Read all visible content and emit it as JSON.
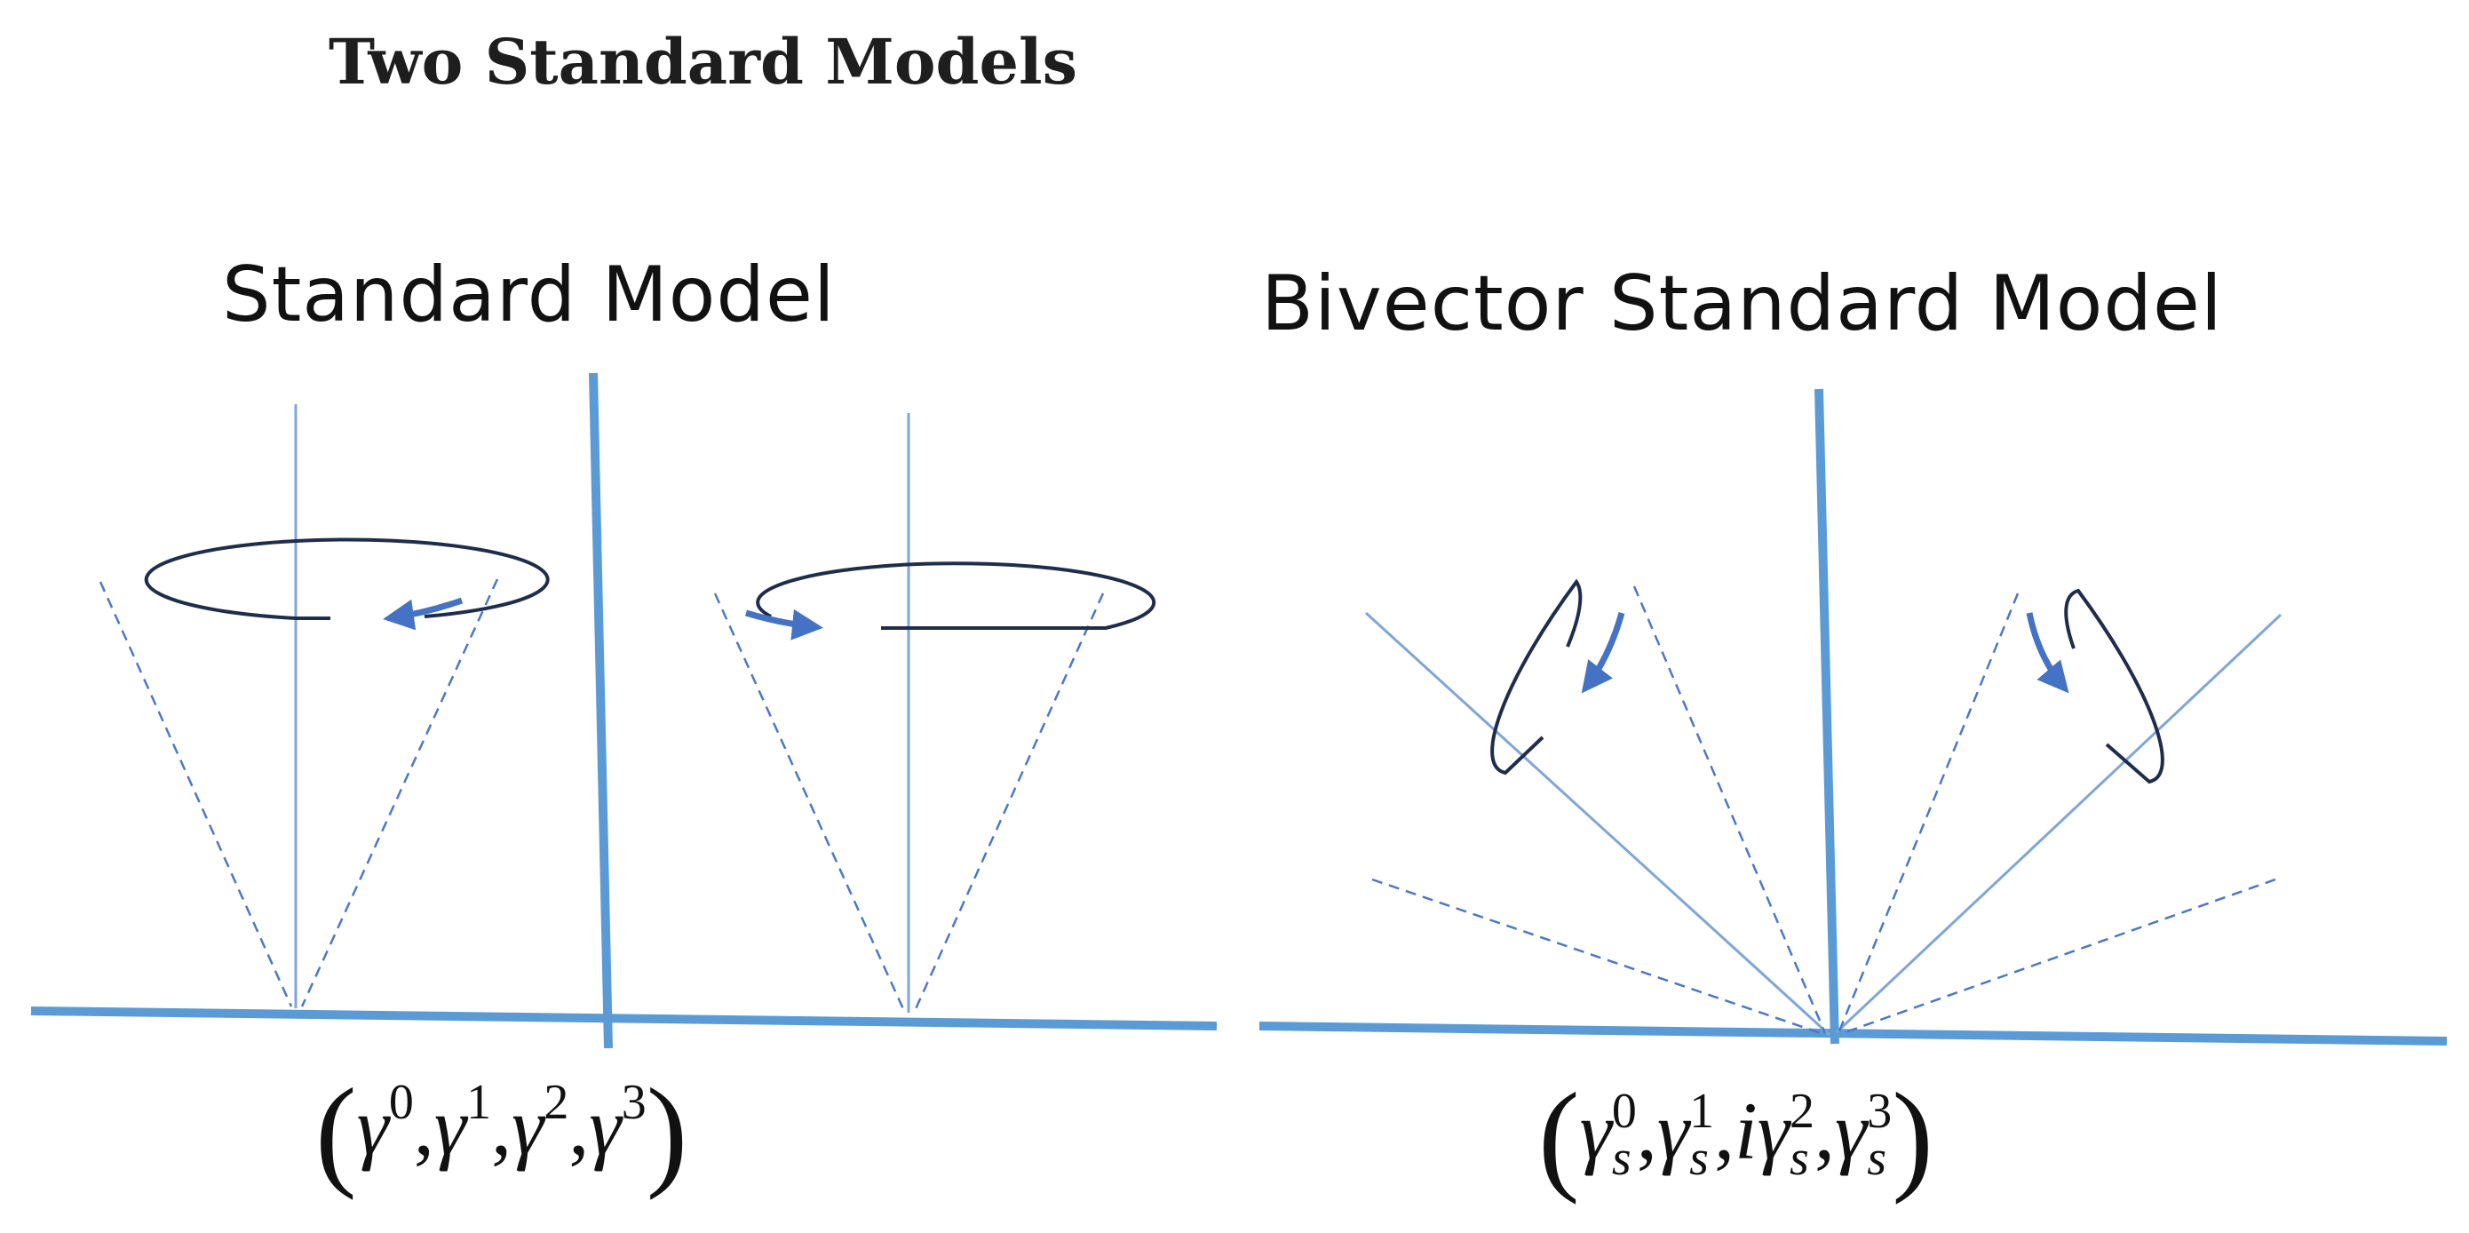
{
  "title": "Two Standard Models",
  "panels": {
    "left": {
      "title": "Standard Model",
      "formula": {
        "open": "(",
        "close": ")",
        "symbol": "γ",
        "terms": [
          {
            "prefix": "",
            "sup": "0",
            "sub": ""
          },
          {
            "prefix": "",
            "sup": "1",
            "sub": ""
          },
          {
            "prefix": "",
            "sup": "2",
            "sub": ""
          },
          {
            "prefix": "",
            "sup": "3",
            "sub": ""
          }
        ],
        "separator": ","
      }
    },
    "right": {
      "title": "Bivector Standard Model",
      "formula": {
        "open": "(",
        "close": ")",
        "symbol": "γ",
        "terms": [
          {
            "prefix": "",
            "sup": "0",
            "sub": "s"
          },
          {
            "prefix": "",
            "sup": "1",
            "sub": "s"
          },
          {
            "prefix": "i",
            "sup": "2",
            "sub": "s"
          },
          {
            "prefix": "",
            "sup": "3",
            "sub": "s"
          }
        ],
        "separator": ","
      }
    }
  },
  "colors": {
    "axis": "#5b9bd5",
    "thin_axis": "#7ea6d8",
    "ellipse": "#1f2d4d",
    "arrow": "#4472c4",
    "dashed": "#4a78c8"
  }
}
